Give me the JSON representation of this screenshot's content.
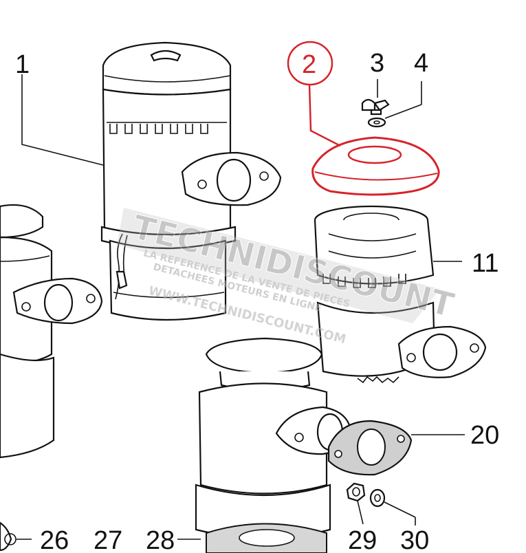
{
  "callouts": {
    "c1": "1",
    "c2": "2",
    "c3": "3",
    "c4": "4",
    "c11": "11",
    "c20": "20",
    "c26": "26",
    "c27": "27",
    "c28": "28",
    "c29": "29",
    "c30": "30"
  },
  "highlight_color": "#d6232a",
  "watermark": {
    "brand": "TECHNIDISCOUNT",
    "tagline_line1": "LA REFERENCE DE LA VENTE DE PIECES",
    "tagline_line2": "DETACHEES MOTEURS EN LIGNE",
    "url": "WWW.TECHNIDISCOUNT.COM"
  }
}
